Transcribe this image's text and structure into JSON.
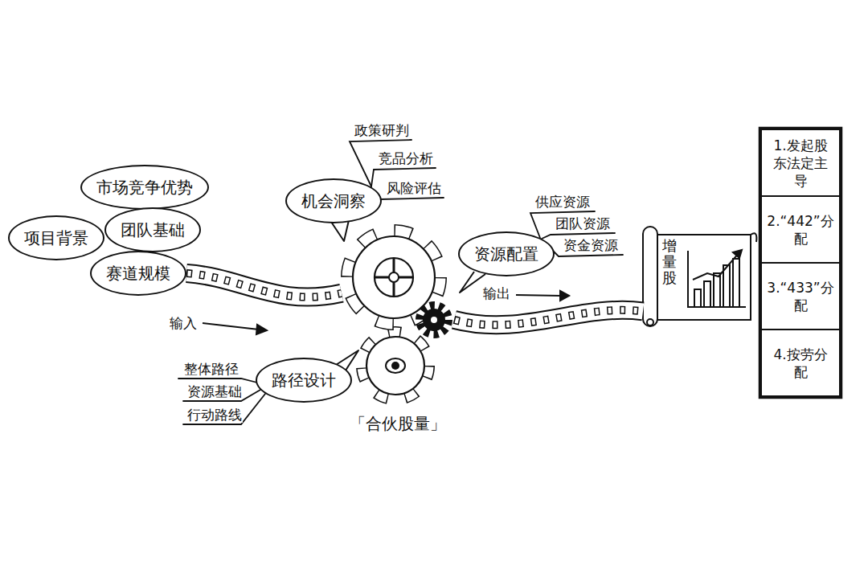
{
  "diagram": {
    "nodes": [
      {
        "text": [
          "项目背景"
        ]
      },
      {
        "text": [
          "市场竞争优势"
        ]
      },
      {
        "text": [
          "团队基础"
        ]
      },
      {
        "text": [
          "赛道规模"
        ]
      },
      {
        "text": [
          "机会洞察"
        ]
      },
      {
        "text": [
          "「合伙股量」"
        ]
      },
      {
        "text": [
          "资源配置"
        ]
      },
      {
        "text": [
          "路径设计"
        ]
      },
      {
        "text": [
          "增量股"
        ]
      },
      {
        "text": [
          "1.发起股东法定主导"
        ]
      },
      {
        "text": [
          "2.“442”分配"
        ]
      },
      {
        "text": [
          "3.“433”分配"
        ]
      },
      {
        "text": [
          "4.按劳分配"
        ]
      }
    ],
    "edges": [
      {
        "from": 3,
        "to": 5,
        "arrow": "none"
      },
      {
        "from": 5,
        "to": 8,
        "arrow": "none"
      }
    ],
    "labels": [
      "输入",
      "输出",
      "政策研判",
      "竞品分析",
      "风险评估",
      "供应资源",
      "团队资源",
      "资金资源",
      "整体路径",
      "资源基础",
      "行动路线"
    ]
  }
}
